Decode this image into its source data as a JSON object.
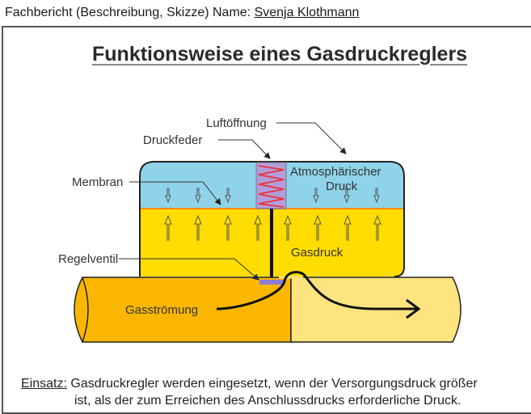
{
  "header": {
    "prefix": "Fachbericht (Beschreibung, Skizze) Name: ",
    "name": "Svenja Klothmann"
  },
  "diagram": {
    "title": "Funktionsweise eines Gasdruckreglers",
    "labels": {
      "luftoeffnung": "Luftöffnung",
      "druckfeder": "Druckfeder",
      "membran": "Membran",
      "atmos_line1": "Atmosphärischer",
      "atmos_line2": "Druck",
      "gasdruck": "Gasdruck",
      "regelventil": "Regelventil",
      "gasstroemung": "Gasströmung"
    },
    "colors": {
      "atmosphere": "#8fd3ea",
      "gas_chamber": "#ffdd00",
      "pipe_inlet": "#fbb700",
      "pipe_outlet": "#fde47f",
      "spring": "#e8353a",
      "spring_housing": "#b39ddb",
      "valve": "#8a7fd0"
    }
  },
  "footer": {
    "key": "Einsatz:",
    "line1": " Gasdruckregler werden eingesetzt, wenn der Versorgungsdruck größer",
    "line2": "ist, als der zum Erreichen des Anschlussdrucks erforderliche Druck."
  }
}
